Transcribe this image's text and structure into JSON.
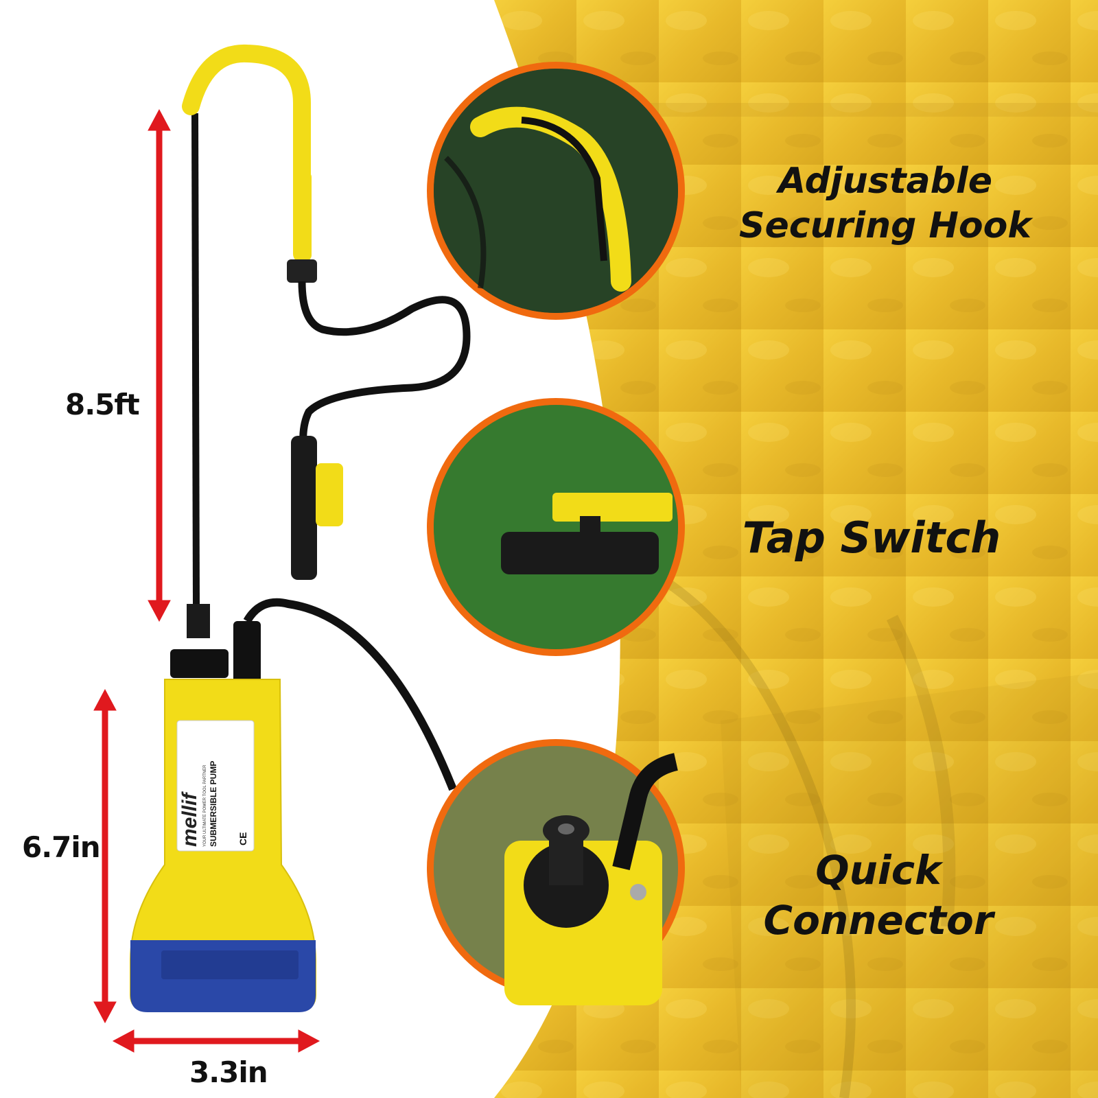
{
  "dimensions": {
    "hose_length": "8.5ft",
    "pump_height": "6.7in",
    "pump_width": "3.3in"
  },
  "features": [
    {
      "label": "Adjustable Securing Hook"
    },
    {
      "label": "Tap Switch"
    },
    {
      "label": "Quick Connector"
    }
  ],
  "product_label": {
    "brand": "mellif",
    "tagline": "YOUR ULTIMATE POWER TOOL PARTNER",
    "title": "SUBMERSIBLE PUMP",
    "marks": "CE"
  },
  "colors": {
    "background_right": "#f1c232",
    "accent_yellow": "#f2dc18",
    "arrow_red": "#e0191e",
    "circle_border": "#f06a0f",
    "pump_blue": "#2a48a8",
    "hose_black": "#111111"
  }
}
